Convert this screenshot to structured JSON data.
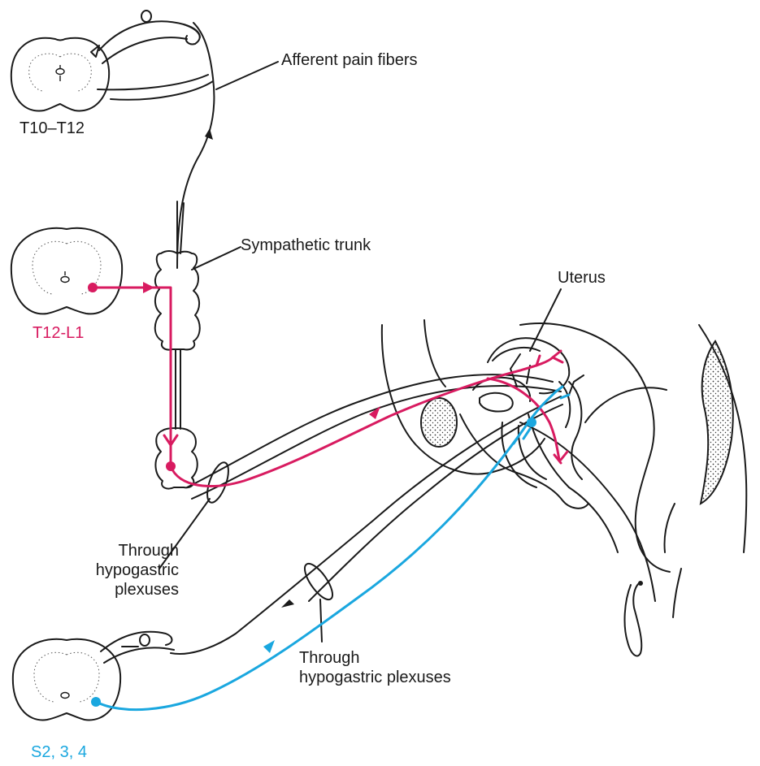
{
  "labels": {
    "afferent": "Afferent pain fibers",
    "t10_t12": "T10–T12",
    "sympathetic": "Sympathetic trunk",
    "t12_l1": "T12-L1",
    "uterus": "Uterus",
    "hypogastric_left": [
      "Through",
      "hypogastric",
      "plexuses"
    ],
    "hypogastric_right": [
      "Through",
      "hypogastric plexuses"
    ],
    "s2_3_4": "S2, 3, 4"
  },
  "colors": {
    "ink": "#1a1a1a",
    "sympathetic_pathway": "#d81b60",
    "parasympathetic_pathway": "#1aa7df"
  }
}
